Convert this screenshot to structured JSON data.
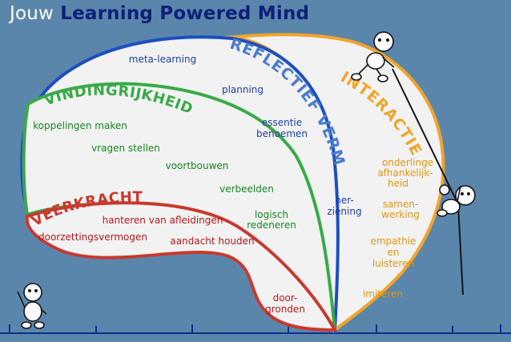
{
  "title": {
    "prefix": "Jouw",
    "main": "Learning Powered Mind"
  },
  "colors": {
    "background": "#5b86ac",
    "reflectief": "#4a7bd0",
    "interactie": "#f0a52a",
    "vindingrijkheid": "#3aaa48",
    "veerkracht": "#c8392f",
    "label_blue": "#1c3fa8",
    "label_green": "#14871f",
    "label_red": "#b3191b",
    "label_orange": "#e29511",
    "fill": "#f2f2f2"
  },
  "sections": {
    "reflectief": {
      "heading": "REFLECTIEF VERMOGEN",
      "items": [
        "meta-learning",
        "planning",
        "essentie",
        "benoemen",
        "her-",
        "ziening"
      ]
    },
    "interactie": {
      "heading": "INTERACTIE",
      "items": [
        "onderlinge",
        "afhankelijk-",
        "heid",
        "samen-",
        "werking",
        "empathie",
        "en",
        "luisteren",
        "imiteren"
      ]
    },
    "vindingrijkheid": {
      "heading": "VINDINGRIJKHEID",
      "items": [
        "koppelingen maken",
        "vragen stellen",
        "voortbouwen",
        "verbeelden",
        "logisch",
        "redeneren"
      ]
    },
    "veerkracht": {
      "heading": "VEERKRACHT",
      "items": [
        "hanteren van afleidingen",
        "doorzettingsvermogen",
        "aandacht houden",
        "door-",
        "gronden"
      ]
    }
  },
  "icons": [
    "figure-standing-icon",
    "figure-climbing-icon",
    "figure-hanging-icon"
  ]
}
